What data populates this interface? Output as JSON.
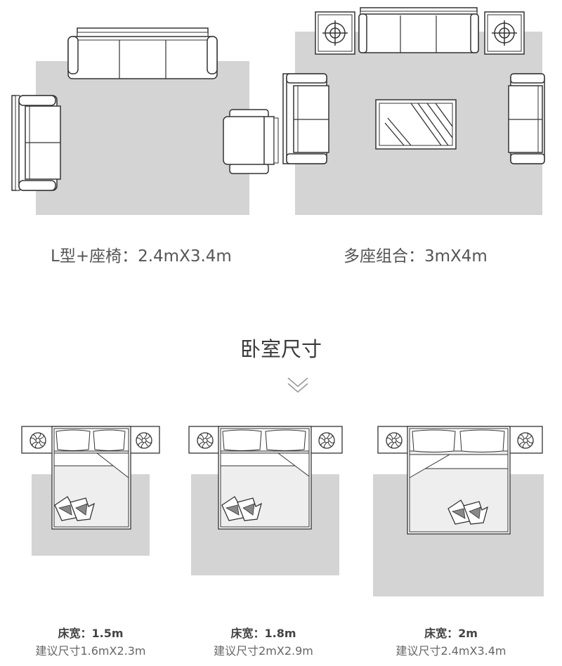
{
  "living_layouts": [
    {
      "caption": "L型+座椅：2.4mX3.4m"
    },
    {
      "caption": "多座组合：3mX4m"
    }
  ],
  "bedroom": {
    "title": "卧室尺寸",
    "chevron_icon": "double-chevron-down-icon",
    "beds": [
      {
        "width_label": "床宽：1.5m",
        "size_label": "建议尺寸1.6mX2.3m"
      },
      {
        "width_label": "床宽：1.8m",
        "size_label": "建议尺寸2mX2.9m"
      },
      {
        "width_label": "床宽：2m",
        "size_label": "建议尺寸2.4mX3.4m"
      }
    ]
  },
  "colors": {
    "rug": "#d4d4d4",
    "line": "#333333",
    "bed_sheet": "#eeeeee",
    "caption_text": "#555555"
  }
}
